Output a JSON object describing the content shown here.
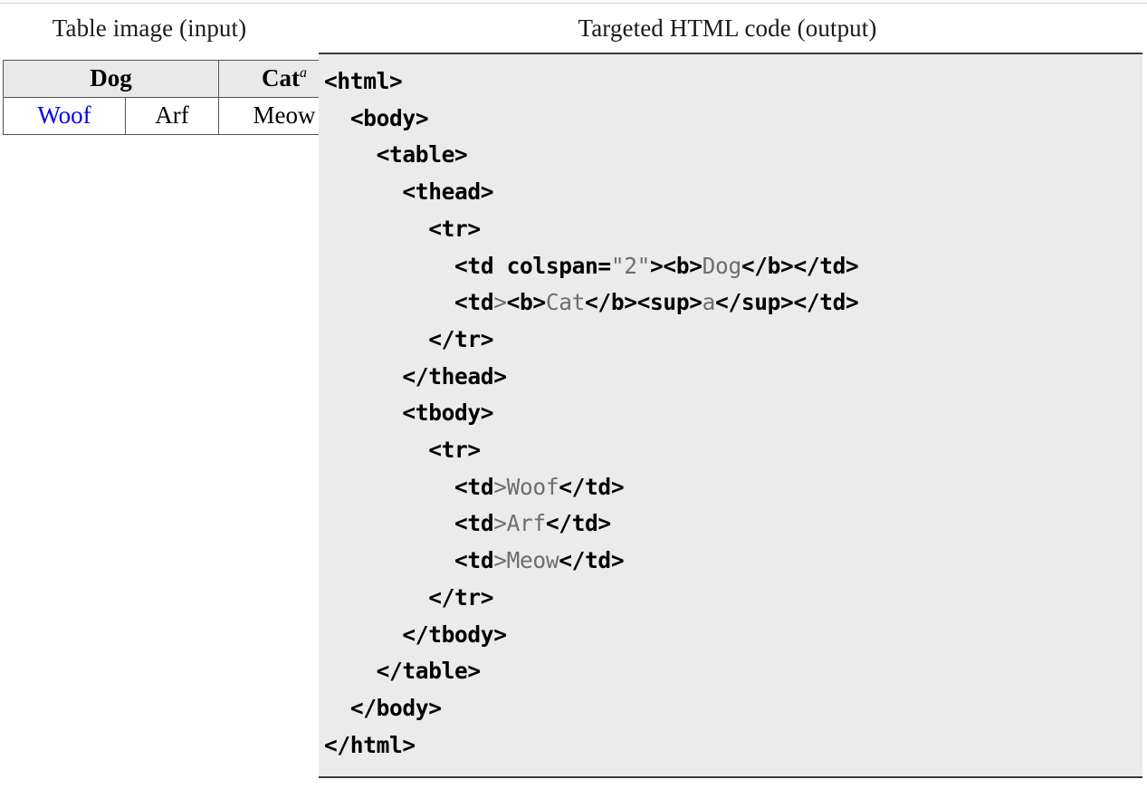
{
  "page": {
    "top_rule": true
  },
  "left_panel": {
    "title": "Table image (input)",
    "table": {
      "header": [
        {
          "text": "Dog",
          "colspan": 2,
          "bold": true,
          "sup": ""
        },
        {
          "text": "Cat",
          "colspan": 1,
          "bold": true,
          "sup": "a"
        }
      ],
      "rows": [
        [
          {
            "text": "Woof",
            "color": "#0000ee"
          },
          {
            "text": "Arf",
            "color": "#000000"
          },
          {
            "text": "Meow",
            "color": "#000000"
          }
        ]
      ],
      "header_bg": "#e9e9e9",
      "border_color": "#555555"
    }
  },
  "right_panel": {
    "title": "Targeted HTML code (output)",
    "code_bg": "#ebebeb",
    "tag_color": "#000000",
    "text_color": "#6e6e6e",
    "code_lines": [
      "<html>",
      "  <body>",
      "    <table>",
      "      <thead>",
      "        <tr>",
      "          <td colspan=\"2\"><b>Dog</b></td>",
      "          <td><b>Cat</b><sup>a</sup></td>",
      "        </tr>",
      "      </thead>",
      "      <tbody>",
      "        <tr>",
      "          <td>Woof</td>",
      "          <td>Arf</td>",
      "          <td>Meow</td>",
      "        </tr>",
      "      </tbody>",
      "    </table>",
      "  </body>",
      "</html>"
    ],
    "code_lines_markup": [
      "<b>&lt;html&gt;</b>",
      "  <b>&lt;body&gt;</b>",
      "    <b>&lt;table&gt;</b>",
      "      <b>&lt;thead&gt;</b>",
      "        <b>&lt;tr&gt;</b>",
      "          <b>&lt;td colspan=</b>\"2\"<b>&gt;&lt;b&gt;</b>Dog<b>&lt;/b&gt;&lt;/td&gt;</b>",
      "          <b>&lt;td</b>&gt;<b>&lt;b&gt;</b>Cat<b>&lt;/b&gt;&lt;sup&gt;</b>a<b>&lt;/sup&gt;&lt;/td&gt;</b>",
      "        <b>&lt;/tr&gt;</b>",
      "      <b>&lt;/thead&gt;</b>",
      "      <b>&lt;tbody&gt;</b>",
      "        <b>&lt;tr&gt;</b>",
      "          <b>&lt;td</b>&gt;Woof<b>&lt;/td&gt;</b>",
      "          <b>&lt;td</b>&gt;Arf<b>&lt;/td&gt;</b>",
      "          <b>&lt;td</b>&gt;Meow<b>&lt;/td&gt;</b>",
      "        <b>&lt;/tr&gt;</b>",
      "      <b>&lt;/tbody&gt;</b>",
      "    <b>&lt;/table&gt;</b>",
      "  <b>&lt;/body&gt;</b>",
      "<b>&lt;/html&gt;</b>"
    ]
  }
}
